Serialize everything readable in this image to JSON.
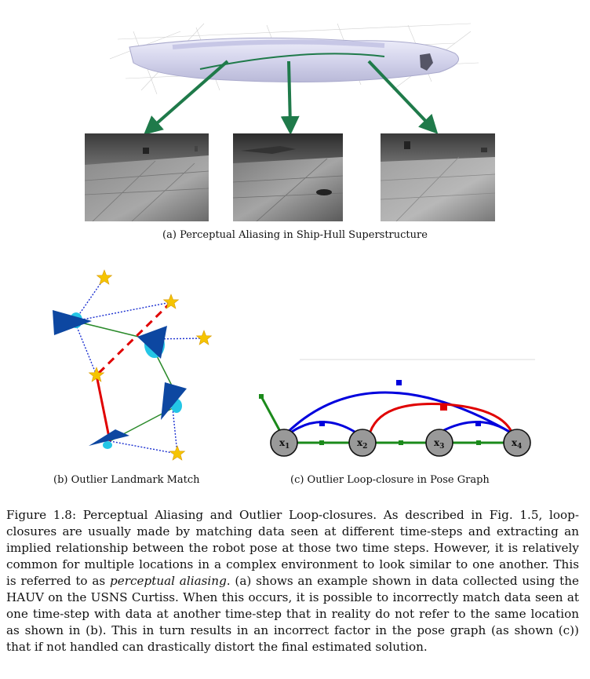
{
  "panel_a": {
    "caption": "(a) Perceptual Aliasing in Ship-Hull Superstructure"
  },
  "panel_b": {
    "caption": "(b) Outlier Landmark Match"
  },
  "panel_c": {
    "caption": "(c) Outlier Loop-closure in Pose Graph",
    "nodes": [
      {
        "main": "x",
        "sub": "1"
      },
      {
        "main": "x",
        "sub": "2"
      },
      {
        "main": "x",
        "sub": "3"
      },
      {
        "main": "x",
        "sub": "4"
      }
    ]
  },
  "figure_caption": {
    "lead": "Figure 1.8: Perceptual Aliasing and Outlier Loop-closures. As described in Fig. 1.5, loop-closures are usually made by matching data seen at different time-steps and extracting an implied relationship between the robot pose at those two time steps. However, it is relatively common for multiple locations in a complex environment to look similar to one another. This is referred to as ",
    "emph": "perceptual aliasing",
    "tail": ". (a) shows an example shown in data collected using the HAUV on the USNS Curtiss. When this occurs, it is possible to incorrectly match data seen at one time-step with data at another time-step that in reality do not refer to the same location as shown in (b). This in turn results in an incorrect factor in the pose graph (as shown (c)) that if not handled can drastically distort the final estimated solution."
  },
  "colors": {
    "green_arrow": "#1f7a4a",
    "robot_blue": "#0d47a1",
    "star_yellow": "#f5c400",
    "red": "#e00000",
    "graph_blue": "#0000dd",
    "graph_green": "#1b8a1b",
    "node_fill": "#999999"
  }
}
